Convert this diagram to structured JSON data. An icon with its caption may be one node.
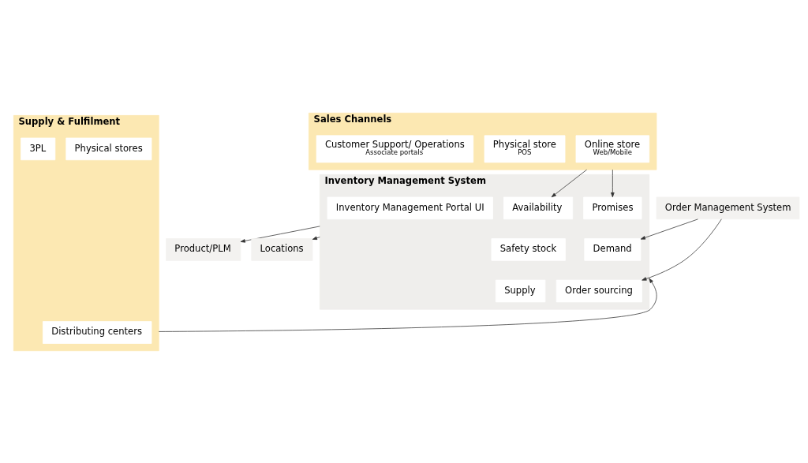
{
  "diagram": {
    "nodes": [
      {
        "text": [
          "Sales Channels"
        ]
      },
      {
        "text": [
          "Online store",
          "Web/Mobile"
        ],
        "in": 0
      },
      {
        "text": [
          "Physical store",
          "POS"
        ],
        "in": 0
      },
      {
        "text": [
          "Customer Support/ Operations",
          "Associate portals"
        ],
        "in": 0
      },
      {
        "text": [
          "Inventory Management System"
        ]
      },
      {
        "text": [
          "Inventory Management Portal UI"
        ],
        "in": 4
      },
      {
        "text": [
          "Availability"
        ],
        "in": 4
      },
      {
        "text": [
          "Promises"
        ],
        "in": 4
      },
      {
        "text": [
          "Safety stock"
        ],
        "in": 4
      },
      {
        "text": [
          "Demand"
        ],
        "in": 4
      },
      {
        "text": [
          "Supply"
        ],
        "in": 4
      },
      {
        "text": [
          "Order sourcing"
        ],
        "in": 4
      },
      {
        "text": [
          "Product/PLM"
        ]
      },
      {
        "text": [
          "Locations"
        ]
      },
      {
        "text": [
          "Order Management System"
        ]
      },
      {
        "text": [
          "Supply & Fulfilment"
        ]
      },
      {
        "text": [
          "Distributing centers"
        ],
        "in": 15
      },
      {
        "text": [
          "Physical stores"
        ],
        "in": 15
      },
      {
        "text": [
          "3PL"
        ],
        "in": 15
      }
    ],
    "edges": [
      {
        "from": 0,
        "to": 6,
        "arrow": "to"
      },
      {
        "from": 0,
        "to": 7,
        "arrow": "to"
      },
      {
        "from": 4,
        "to": 12,
        "arrow": "to"
      },
      {
        "from": 4,
        "to": 13,
        "arrow": "to"
      },
      {
        "from": 14,
        "to": 9,
        "arrow": "to"
      },
      {
        "from": 14,
        "to": 11,
        "arrow": "to"
      },
      {
        "from": 15,
        "to": 4,
        "arrow": "to"
      }
    ]
  }
}
